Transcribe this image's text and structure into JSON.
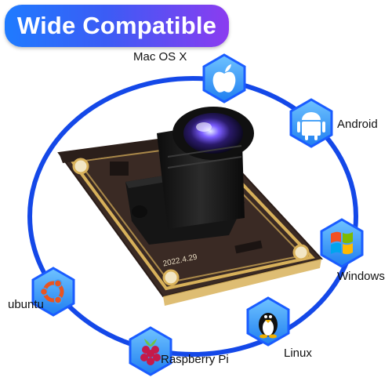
{
  "banner": {
    "text": "Wide Compatible"
  },
  "platforms": [
    {
      "id": "mac",
      "label": "Mac OS X",
      "icon": "apple-icon"
    },
    {
      "id": "android",
      "label": "Android",
      "icon": "android-icon"
    },
    {
      "id": "windows",
      "label": "Windows",
      "icon": "windows-icon"
    },
    {
      "id": "linux",
      "label": "Linux",
      "icon": "tux-icon"
    },
    {
      "id": "raspberry",
      "label": "Raspberry Pi",
      "icon": "raspberry-pi-icon"
    },
    {
      "id": "ubuntu",
      "label": "ubuntu",
      "icon": "ubuntu-icon"
    }
  ],
  "camera": {
    "board_marking": "2022.4.29"
  },
  "colors": {
    "ring": "#1448e8",
    "hex_fill": "#3aa0ff",
    "hex_border": "#1a5cff",
    "board": "#3a2a24",
    "gold": "#d8b15a",
    "banner_start": "#1f7bff",
    "banner_end": "#8b3cf0"
  }
}
